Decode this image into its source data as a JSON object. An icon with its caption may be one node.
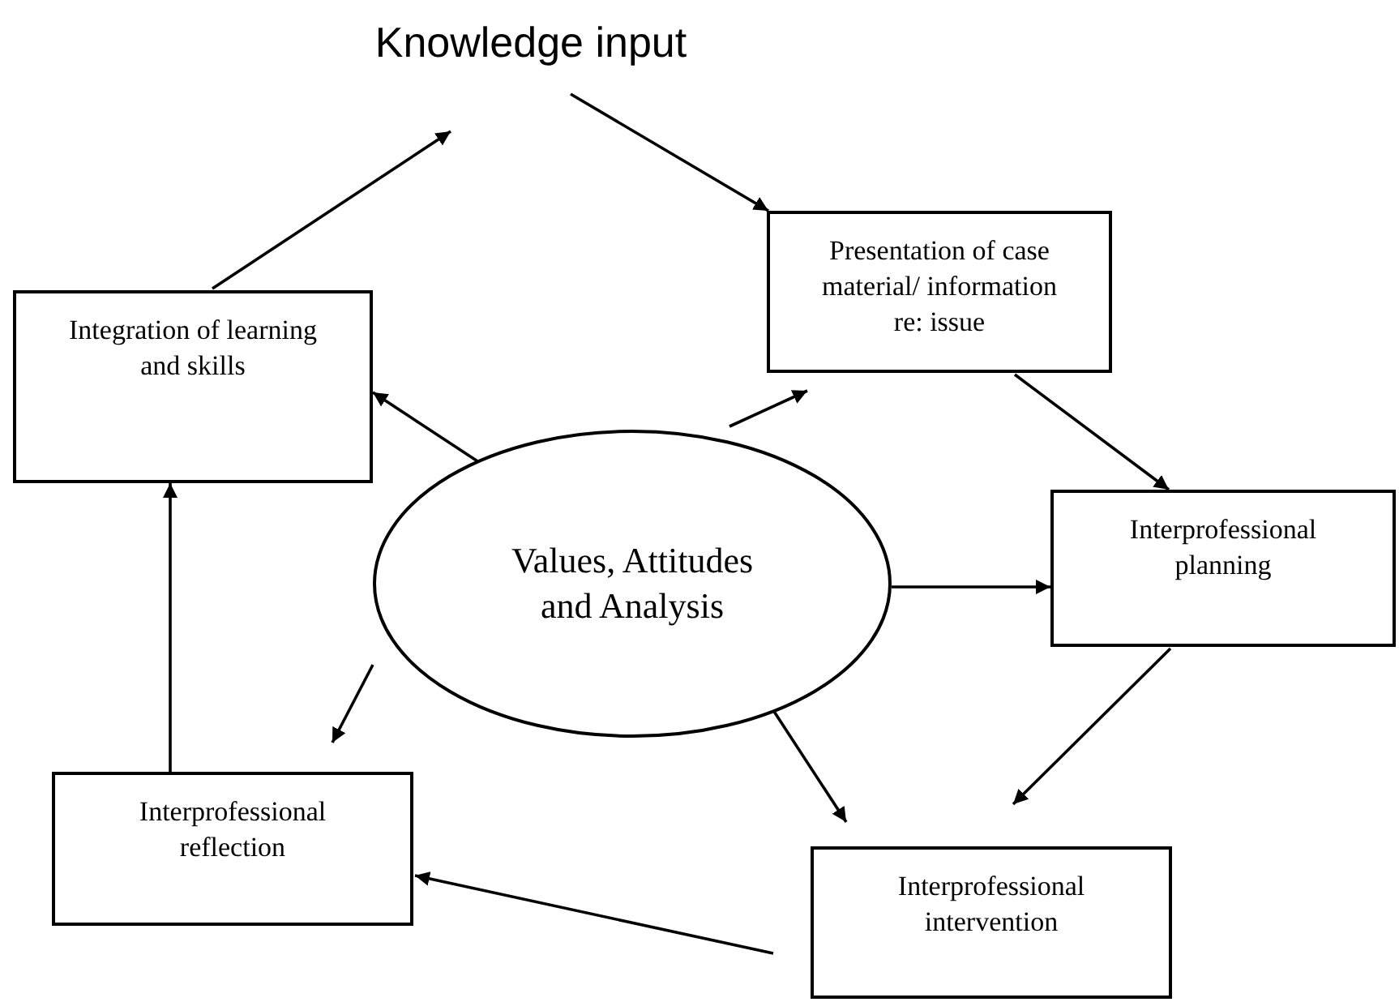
{
  "diagram": {
    "nodes": [
      {
        "text": [
          "Knowledge input"
        ]
      },
      {
        "text": [
          "Presentation of case material/ information re: issue"
        ]
      },
      {
        "text": [
          "Integration of learning and skills"
        ]
      },
      {
        "text": [
          "Values, Attitudes and Analysis"
        ]
      },
      {
        "text": [
          "Interprofessional planning"
        ]
      },
      {
        "text": [
          "Interprofessional reflection"
        ]
      },
      {
        "text": [
          "Interprofessional intervention"
        ]
      }
    ],
    "edges": [
      {
        "from": 0,
        "to": 1,
        "arrow": "to"
      },
      {
        "from": 3,
        "to": 1,
        "arrow": "to"
      },
      {
        "from": 1,
        "to": 4,
        "arrow": "to"
      },
      {
        "from": 3,
        "to": 4,
        "arrow": "to"
      },
      {
        "from": 4,
        "to": 6,
        "arrow": "to"
      },
      {
        "from": 3,
        "to": 6,
        "arrow": "to"
      },
      {
        "from": 6,
        "to": 5,
        "arrow": "to"
      },
      {
        "from": 3,
        "to": 5,
        "arrow": "to"
      },
      {
        "from": 5,
        "to": 2,
        "arrow": "to"
      },
      {
        "from": 3,
        "to": 2,
        "arrow": "to"
      },
      {
        "from": 2,
        "to": 0,
        "arrow": "to"
      }
    ]
  }
}
